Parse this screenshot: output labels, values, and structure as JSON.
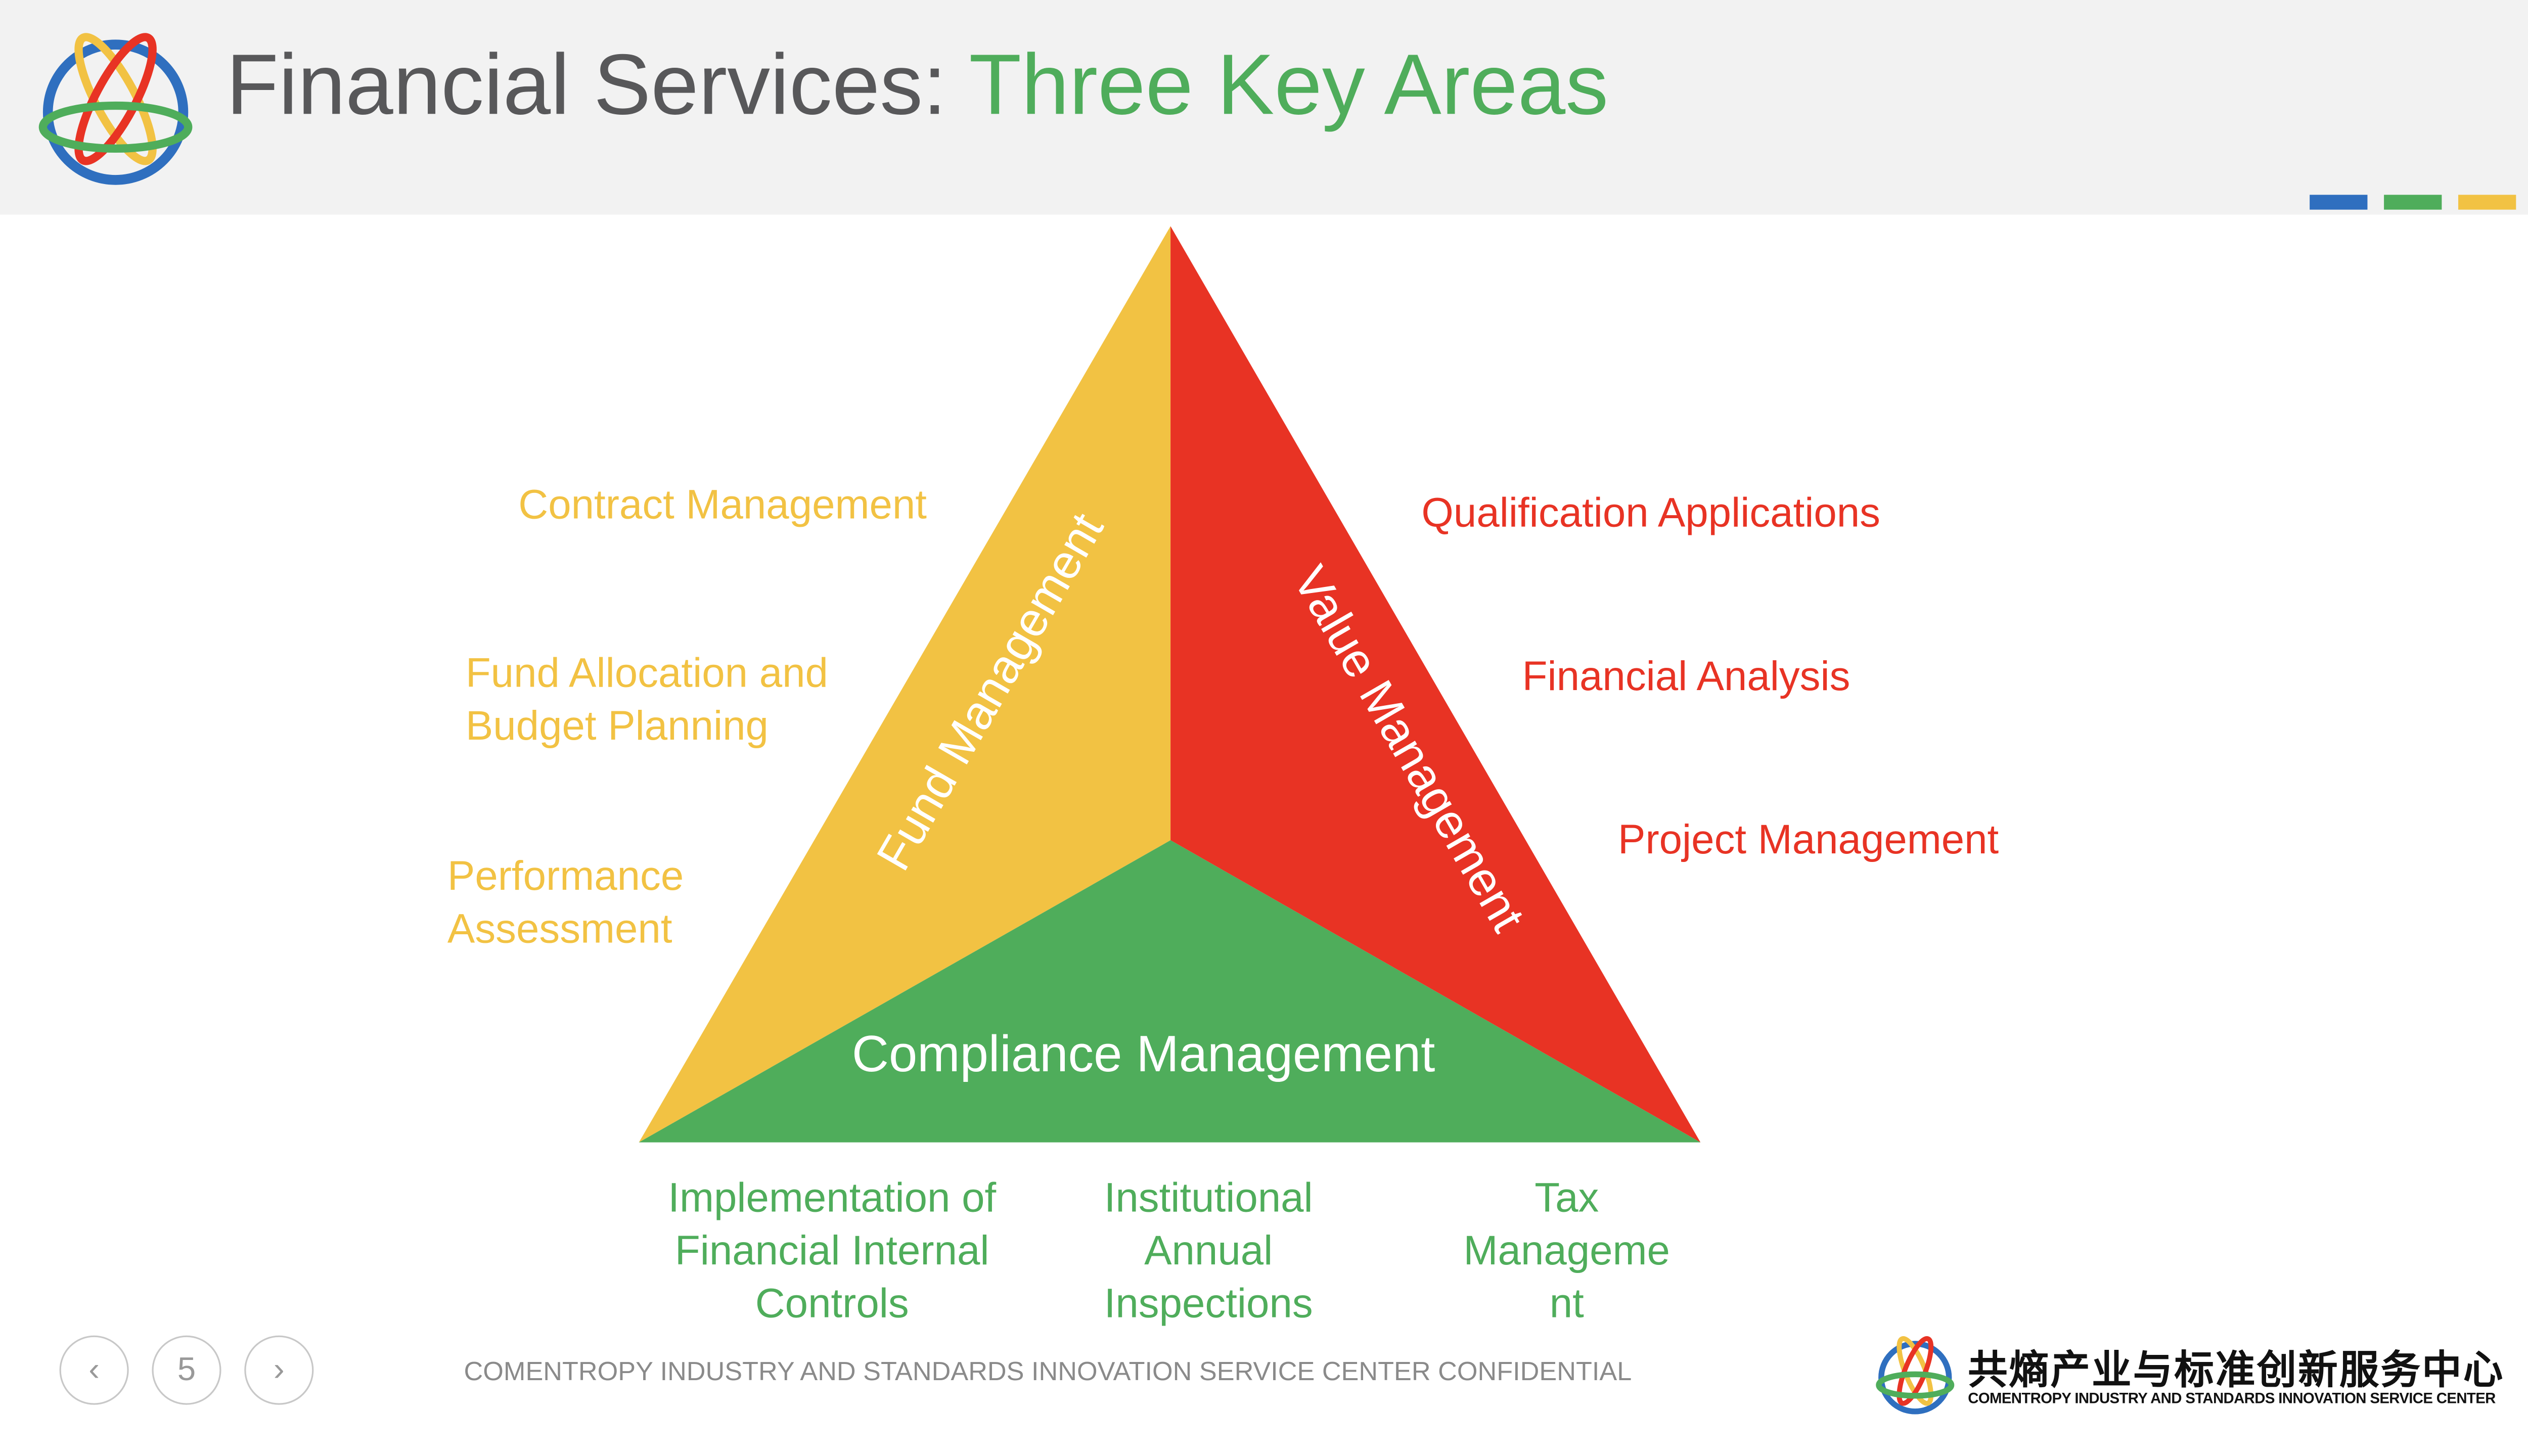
{
  "header": {
    "title_prefix": "Financial Services: ",
    "title_highlight": "Three Key Areas",
    "accent_colors": [
      "#2f6fbf",
      "#4fad5b",
      "#f2c243",
      "#e83324"
    ]
  },
  "triangle": {
    "left_label": "Fund Management",
    "right_label": "Value Management",
    "bottom_label": "Compliance Management",
    "colors": {
      "fund": "#f2c243",
      "value": "#e83324",
      "compliance": "#4fad5b"
    }
  },
  "fund_items": [
    "Contract Management",
    "Fund Allocation and",
    "Budget Planning",
    "Performance",
    "Assessment"
  ],
  "value_items": [
    "Qualification Applications",
    "Financial Analysis",
    "Project Management"
  ],
  "compliance_items": [
    [
      "Implementation of",
      "Financial Internal",
      "Controls"
    ],
    [
      "Institutional",
      "Annual",
      "Inspections"
    ],
    [
      "Tax",
      "Manageme",
      "nt"
    ]
  ],
  "nav": {
    "prev_icon": "chevron-left-icon",
    "page": "5",
    "next_icon": "chevron-right-icon"
  },
  "footer": {
    "confidential": "COMENTROPY INDUSTRY AND STANDARDS INNOVATION SERVICE CENTER CONFIDENTIAL",
    "logo_cn": "共熵产业与标准创新服务中心",
    "logo_en": "COMENTROPY INDUSTRY AND STANDARDS INNOVATION SERVICE CENTER"
  }
}
